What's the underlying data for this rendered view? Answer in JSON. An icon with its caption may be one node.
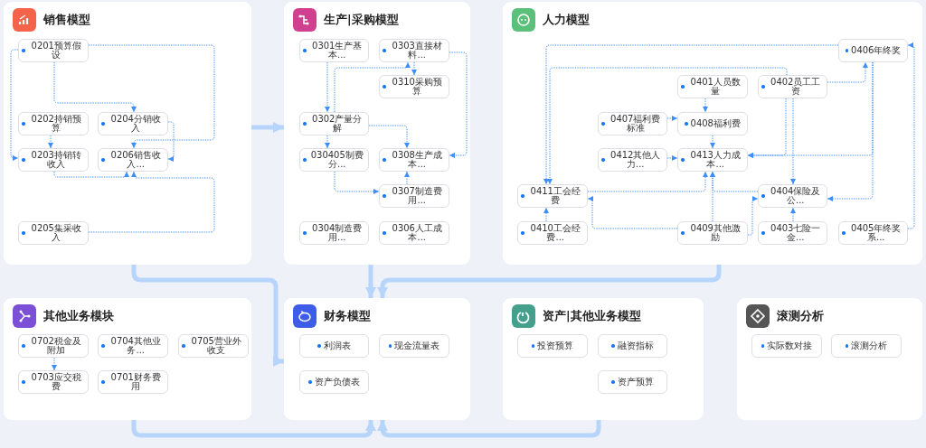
{
  "diagram": {
    "nodes": [
      {
        "text": [
          "销售模型"
        ]
      },
      {
        "text": [
          "0201预算假设"
        ],
        "in": 0
      },
      {
        "text": [
          "0202持销预算"
        ],
        "in": 0
      },
      {
        "text": [
          "0204分销收入"
        ],
        "in": 0
      },
      {
        "text": [
          "0203持销转收入"
        ],
        "in": 0
      },
      {
        "text": [
          "0206销售收入..."
        ],
        "in": 0
      },
      {
        "text": [
          "0205集采收入"
        ],
        "in": 0
      },
      {
        "text": [
          "生产|采购模型"
        ]
      },
      {
        "text": [
          "0301生产基本..."
        ],
        "in": 7
      },
      {
        "text": [
          "0303直接材料..."
        ],
        "in": 7
      },
      {
        "text": [
          "0310采购预算"
        ],
        "in": 7
      },
      {
        "text": [
          "0302产量分解"
        ],
        "in": 7
      },
      {
        "text": [
          "030405制费分..."
        ],
        "in": 7
      },
      {
        "text": [
          "0308生产成本..."
        ],
        "in": 7
      },
      {
        "text": [
          "0307制造费用..."
        ],
        "in": 7
      },
      {
        "text": [
          "0304制造费用..."
        ],
        "in": 7
      },
      {
        "text": [
          "0306人工成本..."
        ],
        "in": 7
      },
      {
        "text": [
          "人力模型"
        ]
      },
      {
        "text": [
          "0406年终奖"
        ],
        "in": 17
      },
      {
        "text": [
          "0401人员数量"
        ],
        "in": 17
      },
      {
        "text": [
          "0402员工工资"
        ],
        "in": 17
      },
      {
        "text": [
          "0407福利费标准"
        ],
        "in": 17
      },
      {
        "text": [
          "0408福利费"
        ],
        "in": 17
      },
      {
        "text": [
          "0412其他人力..."
        ],
        "in": 17
      },
      {
        "text": [
          "0413人力成本..."
        ],
        "in": 17
      },
      {
        "text": [
          "0411工会经费"
        ],
        "in": 17
      },
      {
        "text": [
          "0404保险及公..."
        ],
        "in": 17
      },
      {
        "text": [
          "0410工会经费..."
        ],
        "in": 17
      },
      {
        "text": [
          "0409其他激励"
        ],
        "in": 17
      },
      {
        "text": [
          "0403七险一金..."
        ],
        "in": 17
      },
      {
        "text": [
          "0405年终奖系..."
        ],
        "in": 17
      },
      {
        "text": [
          "其他业务模块"
        ]
      },
      {
        "text": [
          "0702税金及附加"
        ],
        "in": 31
      },
      {
        "text": [
          "0704其他业务..."
        ],
        "in": 31
      },
      {
        "text": [
          "0705营业外收支"
        ],
        "in": 31
      },
      {
        "text": [
          "0703应交税费"
        ],
        "in": 31
      },
      {
        "text": [
          "0701财务费用"
        ],
        "in": 31
      },
      {
        "text": [
          "财务模型"
        ]
      },
      {
        "text": [
          "利润表"
        ],
        "in": 37
      },
      {
        "text": [
          "现金流量表"
        ],
        "in": 37
      },
      {
        "text": [
          "资产负债表"
        ],
        "in": 37
      },
      {
        "text": [
          "资产|其他业务模型"
        ]
      },
      {
        "text": [
          "投资预算"
        ],
        "in": 41
      },
      {
        "text": [
          "融资指标"
        ],
        "in": 41
      },
      {
        "text": [
          "资产预算"
        ],
        "in": 41
      },
      {
        "text": [
          "滚测分析"
        ]
      },
      {
        "text": [
          "实际数对接"
        ],
        "in": 45
      },
      {
        "text": [
          "滚测分析"
        ],
        "in": 45
      }
    ],
    "edges": [
      {
        "from": 1,
        "to": 3,
        "arrow": "to",
        "style": "dashed"
      },
      {
        "from": 1,
        "to": 4,
        "arrow": "to",
        "style": "dashed"
      },
      {
        "from": 1,
        "to": 5,
        "arrow": "to",
        "style": "dashed"
      },
      {
        "from": 2,
        "to": 4,
        "arrow": "to",
        "style": "dashed"
      },
      {
        "from": 3,
        "to": 5,
        "arrow": "to",
        "style": "dashed"
      },
      {
        "from": 4,
        "to": 5,
        "arrow": "to",
        "style": "dashed"
      },
      {
        "from": 6,
        "to": 5,
        "arrow": "to",
        "style": "dashed"
      },
      {
        "from": 8,
        "to": 11,
        "arrow": "to",
        "style": "dashed"
      },
      {
        "from": 11,
        "to": 9,
        "arrow": "to",
        "style": "dashed"
      },
      {
        "from": 9,
        "to": 10,
        "arrow": "to",
        "style": "dashed"
      },
      {
        "from": 9,
        "to": 13,
        "arrow": "to",
        "style": "dashed"
      },
      {
        "from": 11,
        "to": 13,
        "arrow": "to",
        "style": "dashed"
      },
      {
        "from": 11,
        "to": 12,
        "arrow": "to",
        "style": "dashed"
      },
      {
        "from": 12,
        "to": 14,
        "arrow": "to",
        "style": "dashed"
      },
      {
        "from": 14,
        "to": 13,
        "arrow": "to",
        "style": "dashed"
      },
      {
        "from": 18,
        "to": 25,
        "arrow": "to",
        "style": "dashed"
      },
      {
        "from": 20,
        "to": 25,
        "arrow": "to",
        "style": "dashed"
      },
      {
        "from": 20,
        "to": 18,
        "arrow": "to",
        "style": "dashed"
      },
      {
        "from": 19,
        "to": 22,
        "arrow": "to",
        "style": "dashed"
      },
      {
        "from": 21,
        "to": 22,
        "arrow": "to",
        "style": "dashed"
      },
      {
        "from": 22,
        "to": 24,
        "arrow": "to",
        "style": "dashed"
      },
      {
        "from": 20,
        "to": 24,
        "arrow": "to",
        "style": "dashed"
      },
      {
        "from": 18,
        "to": 24,
        "arrow": "to",
        "style": "dashed"
      },
      {
        "from": 20,
        "to": 26,
        "arrow": "to",
        "style": "dashed"
      },
      {
        "from": 18,
        "to": 26,
        "arrow": "to",
        "style": "dashed"
      },
      {
        "from": 30,
        "to": 18,
        "arrow": "to",
        "style": "dashed"
      },
      {
        "from": 23,
        "to": 24,
        "arrow": "to",
        "style": "dashed"
      },
      {
        "from": 25,
        "to": 24,
        "arrow": "to",
        "style": "dashed"
      },
      {
        "from": 26,
        "to": 24,
        "arrow": "to",
        "style": "dashed"
      },
      {
        "from": 28,
        "to": 24,
        "arrow": "to",
        "style": "dashed"
      },
      {
        "from": 28,
        "to": 25,
        "arrow": "to",
        "style": "dashed"
      },
      {
        "from": 28,
        "to": 26,
        "arrow": "to",
        "style": "dashed"
      },
      {
        "from": 27,
        "to": 25,
        "arrow": "to",
        "style": "dashed"
      },
      {
        "from": 29,
        "to": 26,
        "arrow": "to",
        "style": "dashed"
      },
      {
        "from": 32,
        "to": 35,
        "arrow": "to",
        "style": "dashed"
      },
      {
        "from": 0,
        "to": 7,
        "arrow": "to",
        "style": "thick",
        "color": "#b7d5fb"
      },
      {
        "from": 0,
        "to": 37,
        "arrow": "to",
        "style": "thick",
        "color": "#b7d5fb"
      },
      {
        "from": 7,
        "to": 37,
        "arrow": "to",
        "style": "thick",
        "color": "#b7d5fb"
      },
      {
        "from": 17,
        "to": 37,
        "arrow": "to",
        "style": "thick",
        "color": "#b7d5fb"
      },
      {
        "from": 31,
        "to": 37,
        "arrow": "to",
        "style": "thick",
        "color": "#b7d5fb"
      },
      {
        "from": 41,
        "to": 37,
        "arrow": "to",
        "style": "thick",
        "color": "#b7d5fb"
      }
    ]
  }
}
